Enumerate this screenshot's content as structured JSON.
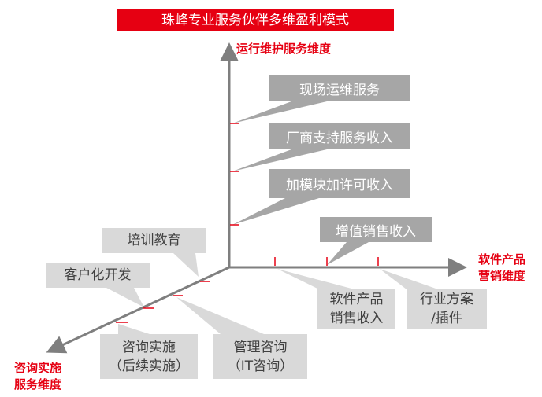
{
  "title": "珠峰专业服务伙伴多维盈利模式",
  "axes": {
    "vertical": "运行维护服务维度",
    "horizontal": [
      "软件产品",
      "营销维度"
    ],
    "diagonal": [
      "咨询实施",
      "服务维度"
    ]
  },
  "vertical_items": [
    "现场运维服务",
    "厂商支持服务收入",
    "加模块加许可收入"
  ],
  "horizontal_items": {
    "above": "增值销售收入",
    "software": [
      "软件产品",
      "销售收入"
    ],
    "industry": [
      "行业方案",
      "/插件"
    ]
  },
  "diagonal_items": {
    "training": "培训教育",
    "custom": "客户化开发",
    "consulting": [
      "咨询实施",
      "（后续实施）"
    ],
    "management": [
      "管理咨询",
      "（IT咨询）"
    ]
  },
  "colors": {
    "accent": "#e60012",
    "dark_box": "#a6a6a6",
    "light_box": "#d9d9d9",
    "axis": "#7f7f7f"
  }
}
